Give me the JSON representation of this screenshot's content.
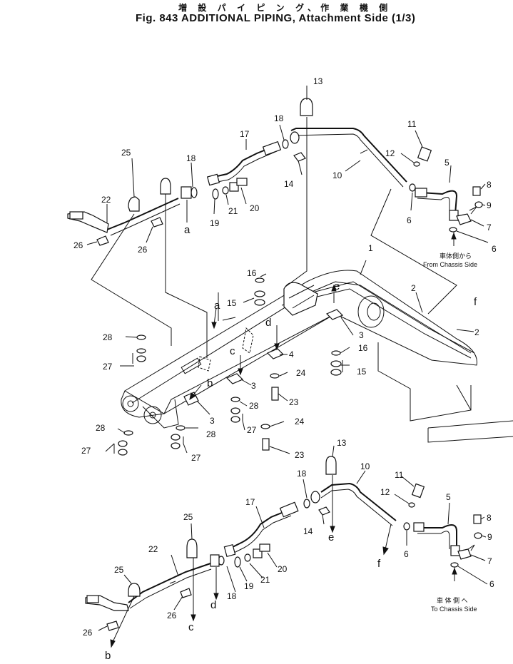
{
  "title": {
    "japanese": "増 設 パ イ ピ ン グ、作 業 機 側",
    "english": "Fig. 843 ADDITIONAL PIPING, Attachment Side (1/3)"
  },
  "notes": {
    "from_chassis_jp": "車体側から",
    "from_chassis_en": "From Chassis Side",
    "to_chassis_jp": "車 体 側 へ",
    "to_chassis_en": "To Chassis Side"
  },
  "callouts": {
    "n1": "1",
    "n2a": "2",
    "n2b": "2",
    "n3a": "3",
    "n3b": "3",
    "n3c": "3",
    "n4": "4",
    "n5a": "5",
    "n5b": "5",
    "n6a": "6",
    "n6b": "6",
    "n6c": "6",
    "n6d": "6",
    "n7a": "7",
    "n7b": "7",
    "n8a": "8",
    "n8b": "8",
    "n9a": "9",
    "n9b": "9",
    "n10a": "10",
    "n10b": "10",
    "n11a": "11",
    "n11b": "11",
    "n12a": "12",
    "n12b": "12",
    "n13a": "13",
    "n13b": "13",
    "n14a": "14",
    "n14b": "14",
    "n15a": "15",
    "n15b": "15",
    "n16a": "16",
    "n16b": "16",
    "n17a": "17",
    "n17b": "17",
    "n18a": "18",
    "n18b": "18",
    "n18c": "18",
    "n18d": "18",
    "n19a": "19",
    "n19b": "19",
    "n20a": "20",
    "n20b": "20",
    "n21a": "21",
    "n21b": "21",
    "n22a": "22",
    "n22b": "22",
    "n23a": "23",
    "n23b": "23",
    "n24a": "24",
    "n24b": "24",
    "n25a": "25",
    "n25b": "25",
    "n25c": "25",
    "n26a": "26",
    "n26b": "26",
    "n26c": "26",
    "n26d": "26",
    "n27a": "27",
    "n27b": "27",
    "n27c": "27",
    "n28a": "28",
    "n28b": "28",
    "n28c": "28",
    "n28d": "28"
  },
  "letters": {
    "a1": "a",
    "a2": "a",
    "b1": "b",
    "b2": "b",
    "c1": "c",
    "c2": "c",
    "d1": "d",
    "d2": "d",
    "e1": "e",
    "e2": "e",
    "f1": "f",
    "f2": "f"
  }
}
